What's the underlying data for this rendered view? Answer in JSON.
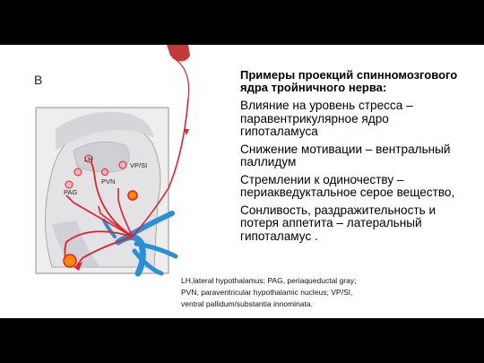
{
  "panel_letter": "B",
  "labels": {
    "lh": "LH",
    "vpsi": "VP/SI",
    "pvn": "PVN",
    "pag": "PAG"
  },
  "heading": "Примеры проекций спинномозгового ядра тройничного нерва:",
  "items": [
    "Влияние на уровень стресса – паравентрикулярное ядро гипоталамуса",
    "Cнижение мотивации – вентральный паллидум",
    "Стремлении к одиночеству – периакведуктальное серое вещество,",
    "Сонливость, раздражительность и потеря аппетита – латеральный гипоталамус ."
  ],
  "caption": "LH,lateral hypothalamus; PAG, periaqueductal gray; PVN, paraventricular hypothalamic nucleus; VP/SI, ventral pallidum/substantia innominata.",
  "colors": {
    "pathway": "#e0202a",
    "nerve": "#2b8fd6",
    "brain": "#e6e6e6",
    "structure": "#d3d3d8",
    "nucleus_fill": "#f3b5bd",
    "hotspot": "#ff8a00"
  }
}
